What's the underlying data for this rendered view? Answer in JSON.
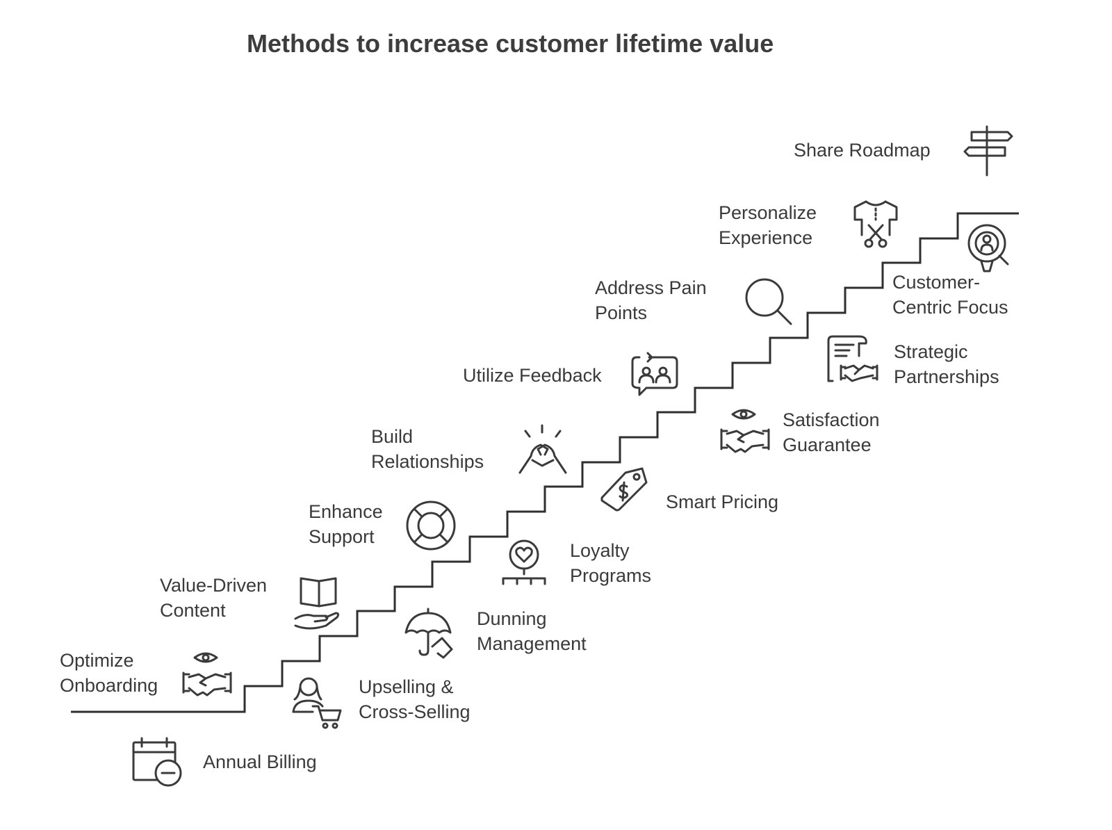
{
  "title": "Methods to increase customer lifetime value",
  "steps": [
    {
      "line1": "Annual Billing",
      "line2": "",
      "icon": "calendar-minus-icon"
    },
    {
      "line1": "Optimize",
      "line2": "Onboarding",
      "icon": "handshake-eye-icon"
    },
    {
      "line1": "Upselling &",
      "line2": "Cross-Selling",
      "icon": "person-cart-icon"
    },
    {
      "line1": "Value-Driven",
      "line2": "Content",
      "icon": "book-hand-icon"
    },
    {
      "line1": "Dunning",
      "line2": "Management",
      "icon": "umbrella-hand-icon"
    },
    {
      "line1": "Enhance",
      "line2": "Support",
      "icon": "lifebuoy-icon"
    },
    {
      "line1": "Loyalty",
      "line2": "Programs",
      "icon": "heart-org-icon"
    },
    {
      "line1": "Build",
      "line2": "Relationships",
      "icon": "clasped-hands-icon"
    },
    {
      "line1": "Smart Pricing",
      "line2": "",
      "icon": "price-tag-icon"
    },
    {
      "line1": "Utilize Feedback",
      "line2": "",
      "icon": "feedback-chat-icon"
    },
    {
      "line1": "Satisfaction",
      "line2": "Guarantee",
      "icon": "handshake-eye-icon"
    },
    {
      "line1": "Address Pain",
      "line2": "Points",
      "icon": "magnifier-icon"
    },
    {
      "line1": "Strategic",
      "line2": "Partnerships",
      "icon": "contract-handshake-icon"
    },
    {
      "line1": "Personalize",
      "line2": "Experience",
      "icon": "shirt-scissors-icon"
    },
    {
      "line1": "Customer-",
      "line2": "Centric Focus",
      "icon": "customer-search-icon"
    },
    {
      "line1": "Share Roadmap",
      "line2": "",
      "icon": "signpost-icon"
    }
  ]
}
